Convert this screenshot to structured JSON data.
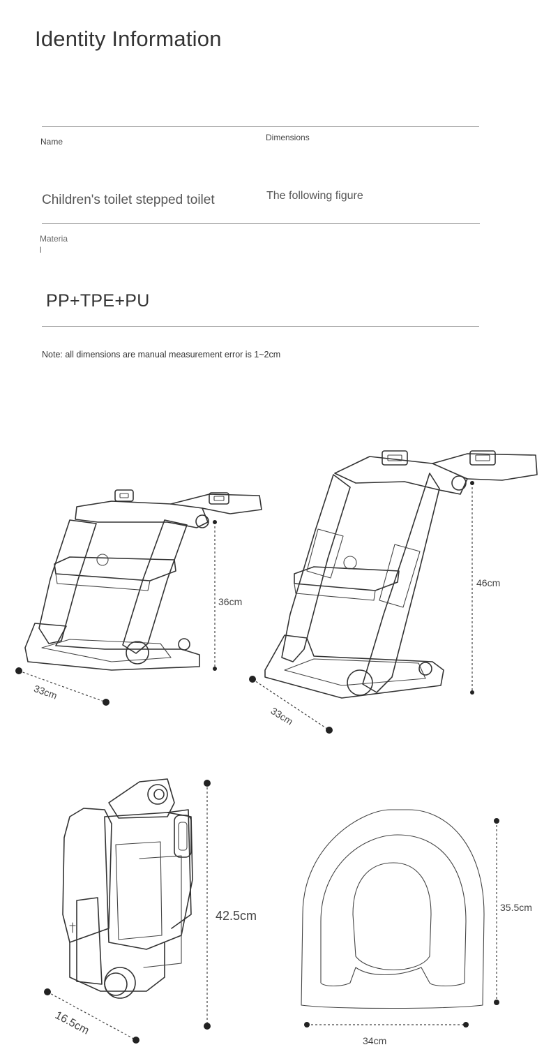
{
  "header": {
    "title": "Identity Information"
  },
  "fields": {
    "name_label": "Name",
    "name_value": "Children's toilet stepped toilet",
    "dimensions_label": "Dimensions",
    "dimensions_value": "The following figure",
    "material_label": "Materia",
    "material_label_tail": "l",
    "material_value": "PP+TPE+PU"
  },
  "note": "Note: all dimensions are manual measurement error is 1~2cm",
  "figures": {
    "fig1": {
      "height": "36cm",
      "depth": "33cm"
    },
    "fig2": {
      "height": "46cm",
      "depth": "33cm"
    },
    "fig3": {
      "height": "42.5cm",
      "depth": "16.5cm"
    },
    "fig4": {
      "height": "35.5cm",
      "width": "34cm"
    }
  },
  "colors": {
    "text": "#333333",
    "rule": "#9a9a9a",
    "line": "#333333"
  }
}
